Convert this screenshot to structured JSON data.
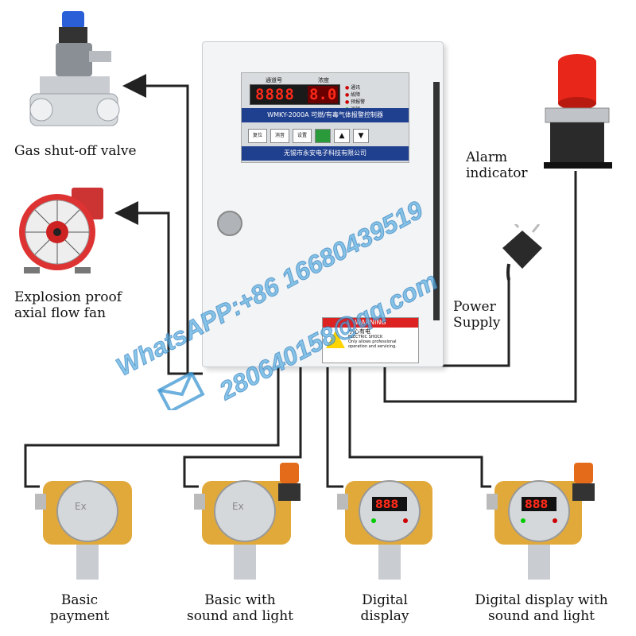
{
  "labels": {
    "gas_valve": "Gas shut-off valve",
    "fan": "Explosion proof\naxial flow fan",
    "alarm_indicator": "Alarm\nindicator",
    "power_supply": "Power\nSupply",
    "detector_basic": "Basic\npayment",
    "detector_basic_sl": "Basic with\nsound and light",
    "detector_digital": "Digital\ndisplay",
    "detector_digital_sl": "Digital display with\nsound and light"
  },
  "controller": {
    "display_header_left": "通道号",
    "display_header_right": "浓度",
    "channel_digits": "8888",
    "value_digits": "8.0",
    "status_labels": [
      "通讯",
      "故障",
      "预报警",
      "运行"
    ],
    "model_line": "WMKY-2000A 可燃/有毒气体报警控制器",
    "buttons": [
      "复位",
      "消音",
      "设置"
    ],
    "company": "无锡市永安电子科技有限公司",
    "warning_tag": "WARNING",
    "warning_cn": "小心有电",
    "warning_text": "ELECTRIC SHOCK\nOnly allows professional\noperation and servicing."
  },
  "detector_faces": {
    "ex_mark": "Ex",
    "digit_readout": "888"
  },
  "watermark": {
    "whatsapp": "WhatsAPP:+86 16680439519",
    "email": "280640158@qq.com"
  },
  "colors": {
    "line": "#222222",
    "display_red": "#ff2a1a",
    "watermark": "#5aafe1",
    "alarm_red": "#e8261a"
  }
}
